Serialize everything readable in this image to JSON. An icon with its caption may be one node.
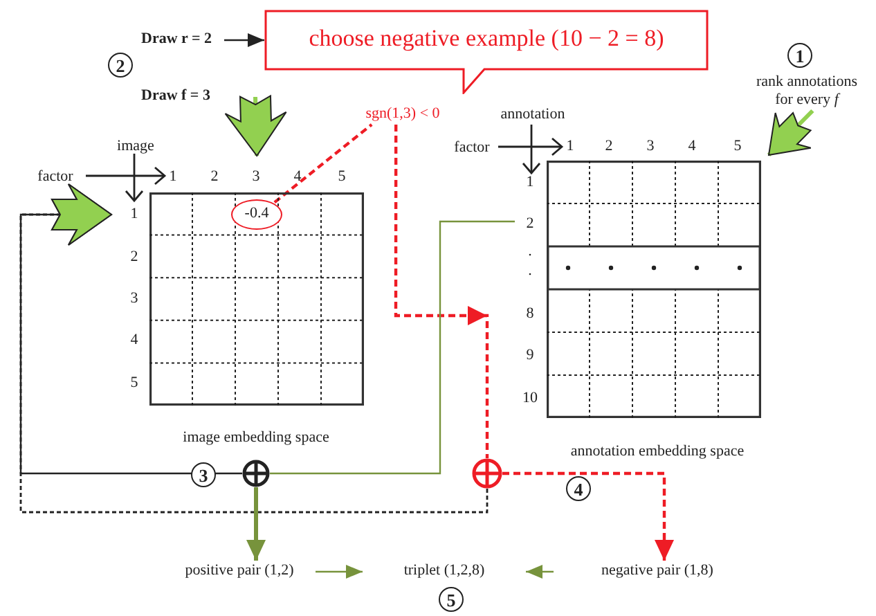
{
  "diagram": {
    "nodes": [
      {
        "text": [
          "Draw r = 2"
        ]
      },
      {
        "text": [
          "choose negative example (10 − 2 = 8)"
        ]
      },
      {
        "text": [
          "rank annotations for every *f*"
        ]
      },
      {
        "text": [
          "Draw f = 3"
        ]
      },
      {
        "text": [
          "sgn(1,3) < 0"
        ]
      },
      {
        "text": [],
        "shape": "box",
        "beside": [
          "image embedding space"
        ]
      },
      {
        "text": [
          "-0.4"
        ],
        "in": 5
      },
      {
        "text": [],
        "shape": "box",
        "beside": [
          "annotation embedding space"
        ]
      },
      {
        "text": [],
        "shape": "circle"
      },
      {
        "text": [],
        "shape": "circle"
      },
      {
        "text": [
          "positive pair (1,2)"
        ]
      },
      {
        "text": [
          "triplet (1,2,8)"
        ]
      },
      {
        "text": [
          "negative pair (1,8)"
        ]
      }
    ],
    "edges": [
      {
        "from": 0,
        "to": 1,
        "arrow": "to",
        "color": "#222222"
      },
      {
        "from": 3,
        "to": 5,
        "arrow": "to",
        "style": "thick",
        "color": "#92d050"
      },
      {
        "from": 2,
        "to": 7,
        "arrow": "to",
        "style": "thick",
        "color": "#92d050"
      },
      {
        "from": 6,
        "to": 4,
        "arrow": "none",
        "style": "dashed",
        "color": "#ee1c25"
      },
      {
        "from": 4,
        "to": 9,
        "arrow": "to",
        "style": "dashed",
        "color": "#ee1c25"
      },
      {
        "from": 8,
        "to": 5,
        "arrow": "to",
        "color": "#222222"
      },
      {
        "from": 7,
        "to": 8,
        "arrow": "none",
        "color": "#77933c"
      },
      {
        "from": 9,
        "to": 5,
        "arrow": "to",
        "style": "dashed",
        "color": "#222222"
      },
      {
        "from": 8,
        "to": 10,
        "arrow": "to",
        "style": "thick",
        "color": "#77933c"
      },
      {
        "from": 9,
        "to": 12,
        "arrow": "to",
        "style": "dashed",
        "color": "#ee1c25"
      },
      {
        "from": 10,
        "to": 11,
        "arrow": "to",
        "color": "#77933c"
      },
      {
        "from": 12,
        "to": 11,
        "arrow": "to",
        "color": "#77933c"
      }
    ],
    "labels": [
      "1",
      "2",
      "image",
      "factor",
      "1",
      "2",
      "3",
      "4",
      "5",
      "annotation",
      "factor",
      "1",
      "2",
      "3",
      "4",
      "5",
      "1",
      "2",
      "3",
      "4",
      "5",
      "1",
      "2",
      ".",
      ".",
      "8",
      "9",
      "10",
      "3",
      "4",
      "5"
    ]
  }
}
